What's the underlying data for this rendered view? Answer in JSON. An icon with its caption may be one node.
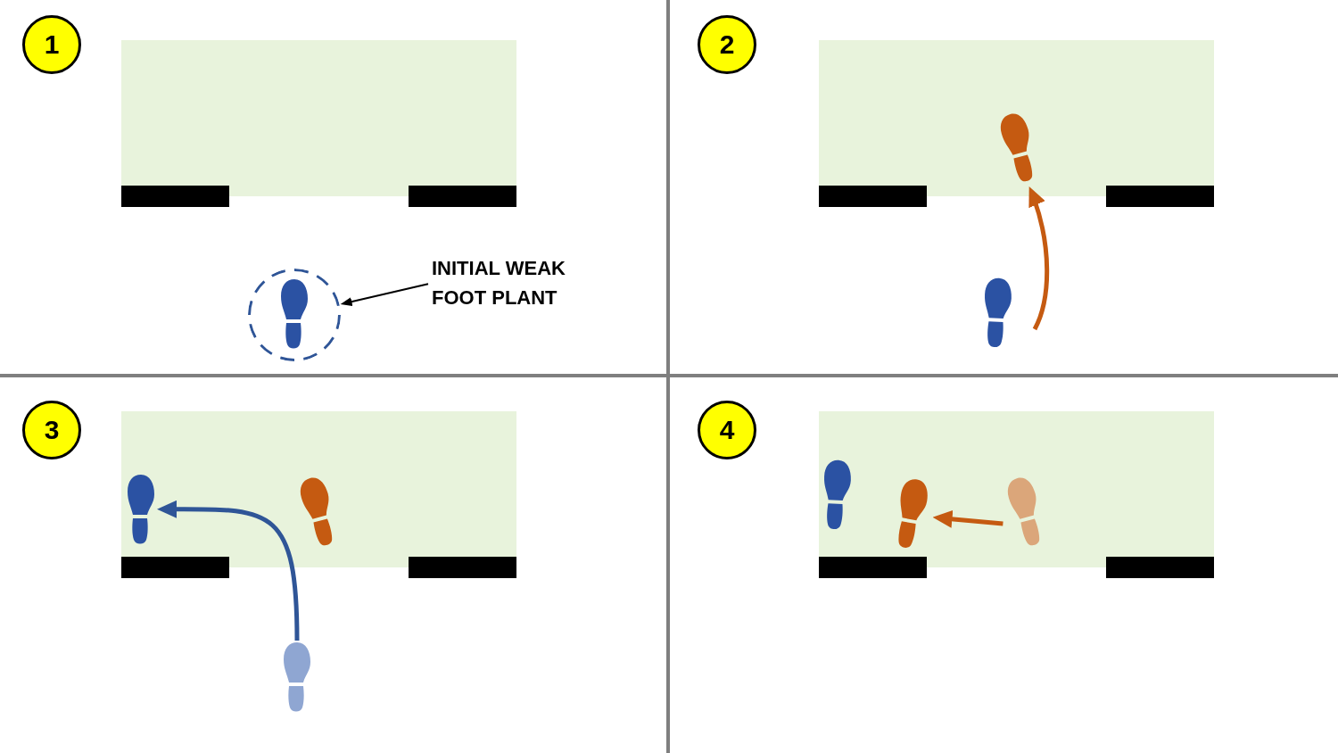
{
  "diagram": {
    "nodes": [
      {
        "text": [
          "1"
        ]
      },
      {
        "text": [
          "INITIAL WEAK FOOT PLANT"
        ]
      },
      {
        "text": [],
        "shape": "circle"
      },
      {
        "text": [],
        "shape": "picture",
        "in": 2
      },
      {
        "text": [
          "2"
        ]
      },
      {
        "text": [],
        "shape": "picture"
      },
      {
        "text": [],
        "shape": "picture"
      },
      {
        "text": [
          "3"
        ]
      },
      {
        "text": [],
        "shape": "picture"
      },
      {
        "text": [],
        "shape": "picture"
      },
      {
        "text": [],
        "shape": "picture"
      },
      {
        "text": [
          "4"
        ]
      },
      {
        "text": [],
        "shape": "picture"
      },
      {
        "text": [],
        "shape": "picture"
      },
      {
        "text": [],
        "shape": "picture"
      }
    ],
    "edges": [
      {
        "from": 1,
        "to": 2,
        "arrow": "to",
        "color": "#000000"
      },
      {
        "from": null,
        "to": 5,
        "arrow": "to",
        "color": "#c55a11"
      },
      {
        "from": 10,
        "to": 8,
        "arrow": "to",
        "color": "#2f5597"
      },
      {
        "from": 14,
        "to": 13,
        "arrow": "to",
        "color": "#c55a11"
      }
    ]
  }
}
